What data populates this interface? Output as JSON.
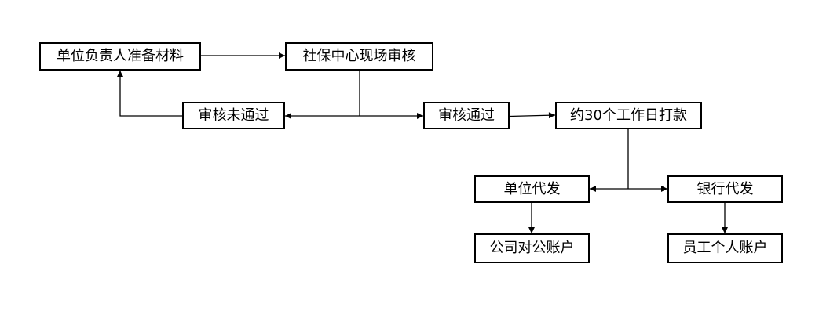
{
  "diagram": {
    "nodes": {
      "prepare_materials": "单位负责人准备材料",
      "onsite_review": "社保中心现场审核",
      "review_failed": "审核未通过",
      "review_passed": "审核通过",
      "payment": "约30个工作日打款",
      "unit_payout": "单位代发",
      "bank_payout": "银行代发",
      "company_account": "公司对公账户",
      "employee_account": "员工个人账户"
    }
  },
  "colors": {
    "background": "#ffffff",
    "line": "#000000",
    "text": "#000000"
  }
}
